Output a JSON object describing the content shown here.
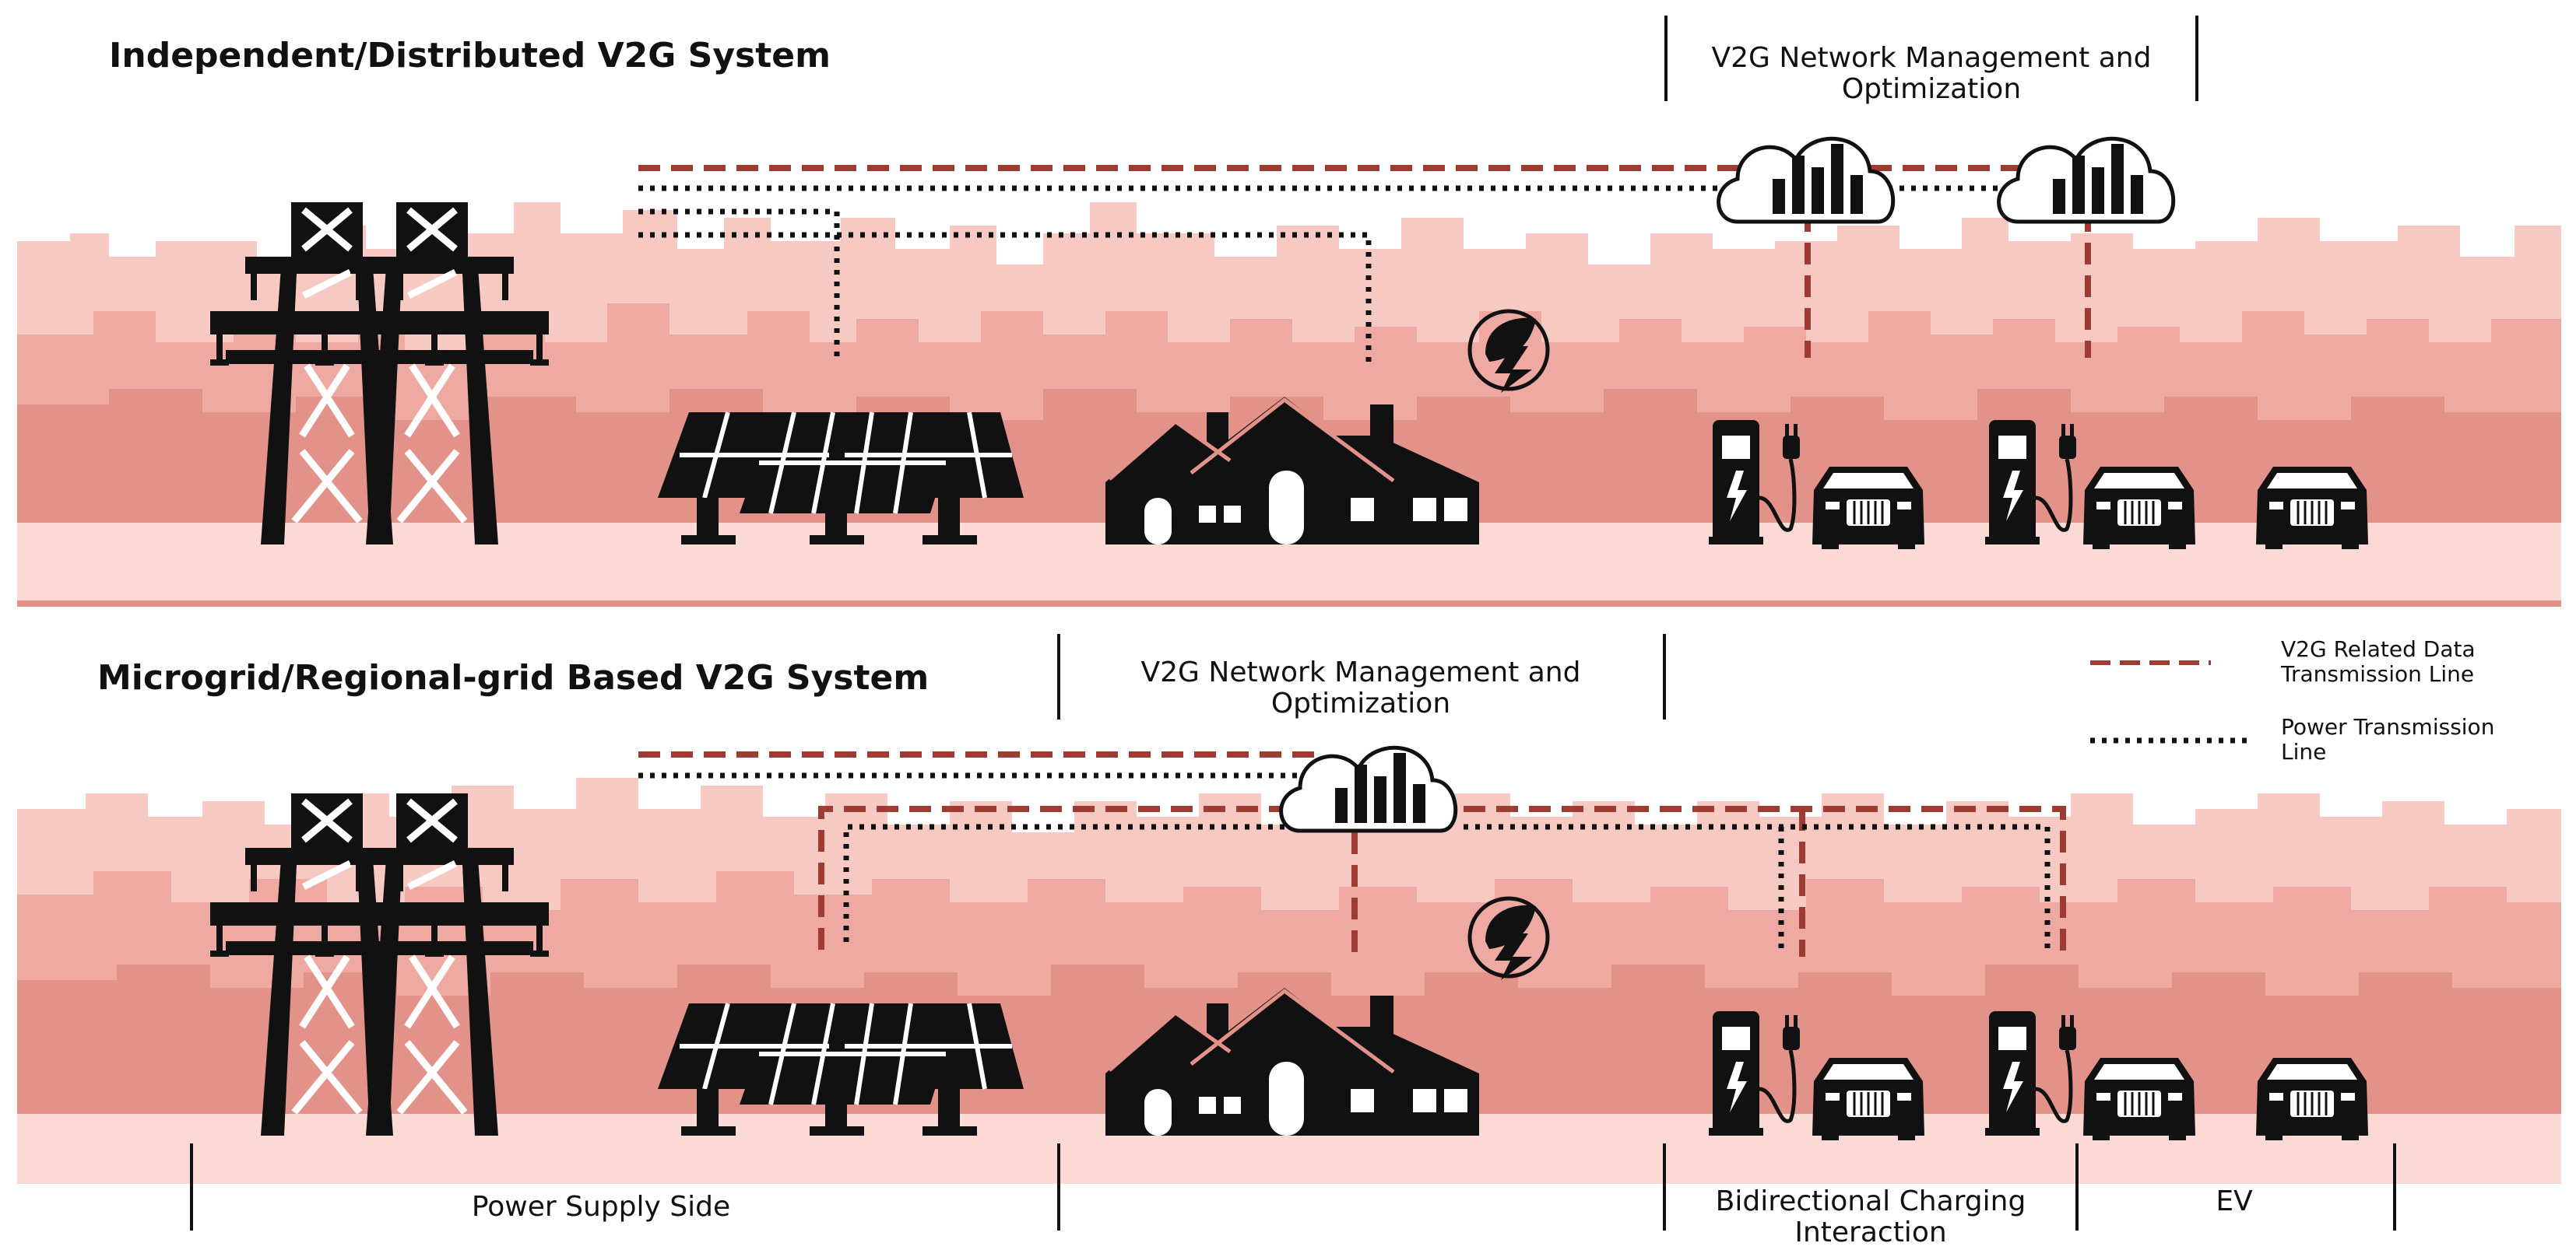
{
  "sections": {
    "top": {
      "title": "Independent/Distributed V2G System",
      "management_line1": "V2G Network Management and",
      "management_line2": "Optimization"
    },
    "bottom": {
      "title": "Microgrid/Regional-grid Based V2G System",
      "management_line1": "V2G Network Management and",
      "management_line2": "Optimization"
    }
  },
  "legend": {
    "data_line_1": "V2G Related Data",
    "data_line_2": "Transmission Line",
    "power_line_1": "Power Transmission",
    "power_line_2": "Line"
  },
  "footer": {
    "supply": "Power Supply Side",
    "charging_1": "Bidirectional Charging",
    "charging_2": "Interaction",
    "ev": "EV"
  },
  "colors": {
    "data_line": "#9e3b32",
    "power_line": "#111111",
    "skyline_light": "#f6c9c3",
    "skyline_mid": "#eeaaa2",
    "skyline_dark": "#e3928a",
    "ground": "#fbd9d5",
    "icon": "#111111"
  },
  "icons": {
    "tower": "transmission-tower-icon",
    "solar": "solar-panel-icon",
    "house": "house-icon",
    "energy": "energy-leaf-bolt-icon",
    "cloud": "cloud-chart-icon",
    "charger": "charging-station-icon",
    "car": "car-icon"
  }
}
